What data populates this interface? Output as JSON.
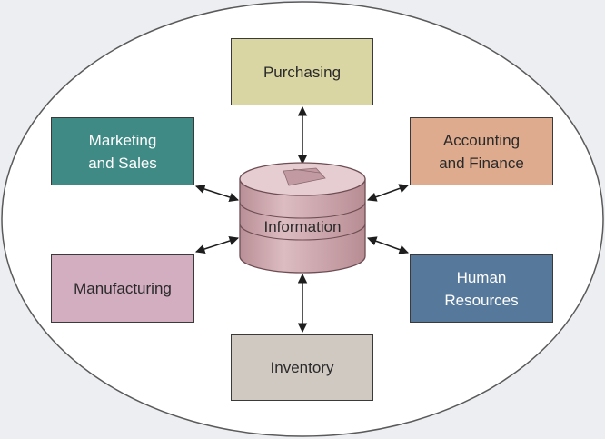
{
  "center": {
    "label": "Information",
    "color": "#cfa7ad"
  },
  "departments": {
    "purchasing": {
      "label": "Purchasing",
      "color": "#d9d6a4"
    },
    "marketing": {
      "label": "Marketing\nand Sales",
      "color": "#3f8a85"
    },
    "accounting": {
      "label": "Accounting\nand Finance",
      "color": "#dfab8e"
    },
    "manufacturing": {
      "label": "Manufacturing",
      "color": "#d3adc0"
    },
    "hr": {
      "label": "Human\nResources",
      "color": "#56799b"
    },
    "inventory": {
      "label": "Inventory",
      "color": "#cfc9c2"
    }
  },
  "connectors": [
    "purchasing",
    "marketing",
    "accounting",
    "manufacturing",
    "hr",
    "inventory"
  ],
  "connector_style": "bidirectional-arrow",
  "boundary": "ellipse"
}
